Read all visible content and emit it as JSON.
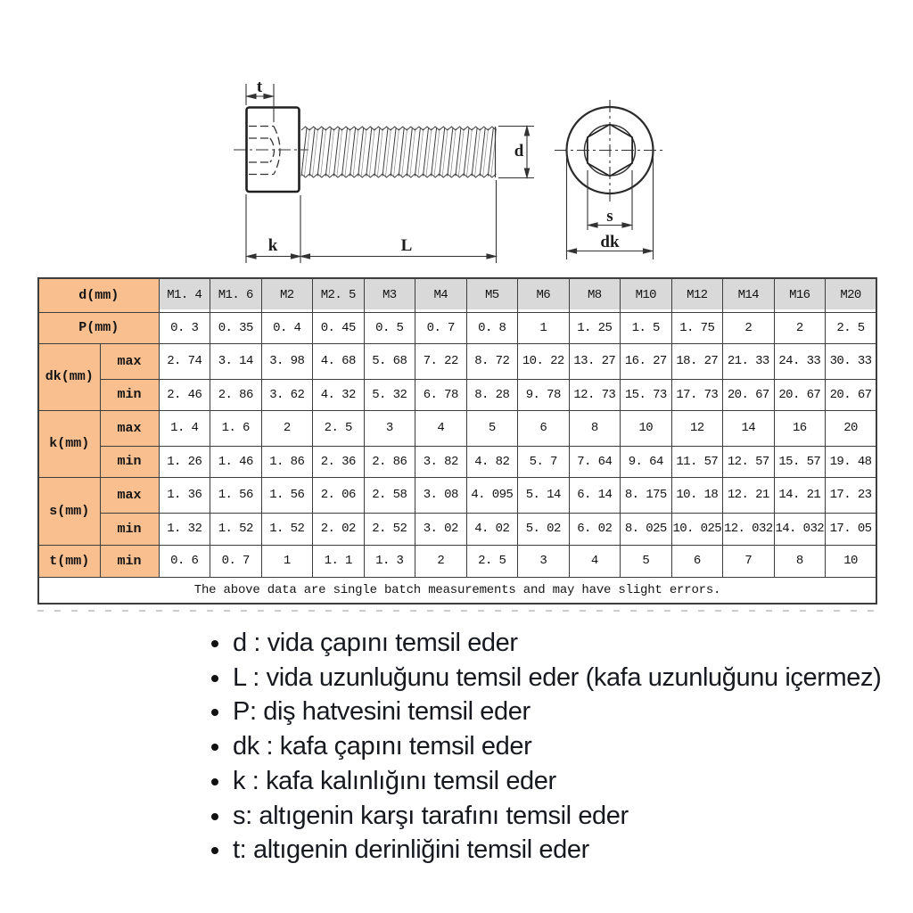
{
  "drawing": {
    "labels": {
      "socket_depth": "t",
      "head_height": "k",
      "screw_length": "L",
      "thread_diameter": "d",
      "socket_width": "s",
      "head_diameter": "dk"
    }
  },
  "spec_table": {
    "corner_label": "d(mm)",
    "sizes": [
      "M1. 4",
      "M1. 6",
      "M2",
      "M2. 5",
      "M3",
      "M4",
      "M5",
      "M6",
      "M8",
      "M10",
      "M12",
      "M14",
      "M16",
      "M20"
    ],
    "rows": [
      {
        "group": "P(mm)",
        "sub": "",
        "values": [
          "0. 3",
          "0. 35",
          "0. 4",
          "0. 45",
          "0. 5",
          "0. 7",
          "0. 8",
          "1",
          "1. 25",
          "1. 5",
          "1. 75",
          "2",
          "2",
          "2. 5"
        ]
      },
      {
        "group": "dk(mm)",
        "sub": "max",
        "values": [
          "2. 74",
          "3. 14",
          "3. 98",
          "4. 68",
          "5. 68",
          "7. 22",
          "8. 72",
          "10. 22",
          "13. 27",
          "16. 27",
          "18. 27",
          "21. 33",
          "24. 33",
          "30. 33"
        ]
      },
      {
        "group": "dk(mm)",
        "sub": "min",
        "values": [
          "2. 46",
          "2. 86",
          "3. 62",
          "4. 32",
          "5. 32",
          "6. 78",
          "8. 28",
          "9. 78",
          "12. 73",
          "15. 73",
          "17. 73",
          "20. 67",
          "20. 67",
          "20. 67"
        ]
      },
      {
        "group": "k(mm)",
        "sub": "max",
        "values": [
          "1. 4",
          "1. 6",
          "2",
          "2. 5",
          "3",
          "4",
          "5",
          "6",
          "8",
          "10",
          "12",
          "14",
          "16",
          "20"
        ]
      },
      {
        "group": "k(mm)",
        "sub": "min",
        "values": [
          "1. 26",
          "1. 46",
          "1. 86",
          "2. 36",
          "2. 86",
          "3. 82",
          "4. 82",
          "5. 7",
          "7. 64",
          "9. 64",
          "11. 57",
          "12. 57",
          "15. 57",
          "19. 48"
        ]
      },
      {
        "group": "s(mm)",
        "sub": "max",
        "values": [
          "1. 36",
          "1. 56",
          "1. 56",
          "2. 06",
          "2. 58",
          "3. 08",
          "4. 095",
          "5. 14",
          "6. 14",
          "8. 175",
          "10. 18",
          "12. 21",
          "14. 21",
          "17. 23"
        ]
      },
      {
        "group": "s(mm)",
        "sub": "min",
        "values": [
          "1. 32",
          "1. 52",
          "1. 52",
          "2. 02",
          "2. 52",
          "3. 02",
          "4. 02",
          "5. 02",
          "6. 02",
          "8. 025",
          "10. 025",
          "12. 032",
          "14. 032",
          "17. 05"
        ]
      },
      {
        "group": "t(mm)",
        "sub": "min",
        "values": [
          "0. 6",
          "0. 7",
          "1",
          "1. 1",
          "1. 3",
          "2",
          "2. 5",
          "3",
          "4",
          "5",
          "6",
          "7",
          "8",
          "10"
        ]
      }
    ],
    "note": "The above data are single batch measurements and may have slight errors."
  },
  "legend": {
    "items": [
      "d : vida çapını temsil eder",
      "L : vida uzunluğunu temsil eder (kafa uzunluğunu içermez)",
      "P: diş hatvesini temsil eder",
      "dk : kafa çapını temsil eder",
      "k : kafa kalınlığını temsil eder",
      "s: altıgenin karşı tarafını temsil eder",
      "t: altıgenin derinliğini temsil eder"
    ]
  },
  "colors": {
    "label_bg": "#FABF8F",
    "header_bg": "#D9D9D9",
    "border": "#3e3e3e"
  }
}
